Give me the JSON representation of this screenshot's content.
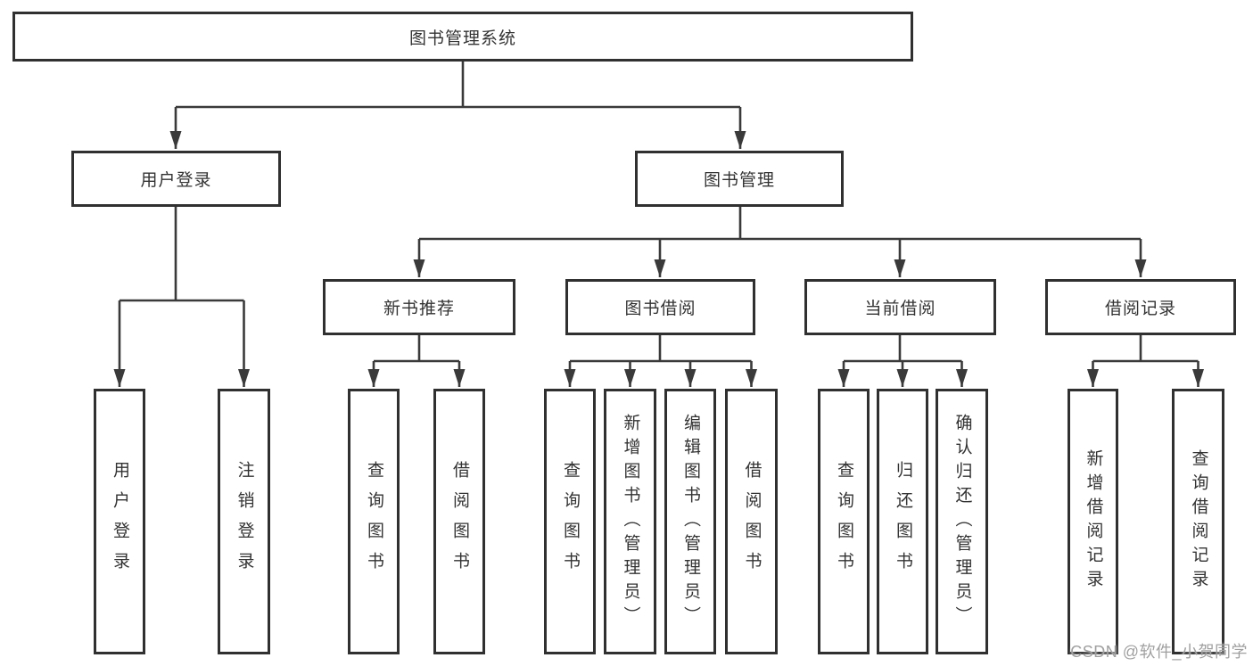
{
  "colors": {
    "line": "#3a3a3a",
    "box_border": "#303030",
    "text": "#333333",
    "background": "#ffffff",
    "watermark": "#a0a0a0"
  },
  "watermark": "CSDN @软件_小贺同学",
  "tree": {
    "label": "图书管理系统",
    "children": [
      {
        "label": "用户登录",
        "children": [
          {
            "label": "用户登录"
          },
          {
            "label": "注销登录"
          }
        ]
      },
      {
        "label": "图书管理",
        "children": [
          {
            "label": "新书推荐",
            "children": [
              {
                "label": "查询图书"
              },
              {
                "label": "借阅图书"
              }
            ]
          },
          {
            "label": "图书借阅",
            "children": [
              {
                "label": "查询图书"
              },
              {
                "label": "新增图书（管理员）"
              },
              {
                "label": "编辑图书（管理员）"
              },
              {
                "label": "借阅图书"
              }
            ]
          },
          {
            "label": "当前借阅",
            "children": [
              {
                "label": "查询图书"
              },
              {
                "label": "归还图书"
              },
              {
                "label": "确认归还（管理员）"
              }
            ]
          },
          {
            "label": "借阅记录",
            "children": [
              {
                "label": "新增借阅记录"
              },
              {
                "label": "查询借阅记录"
              }
            ]
          }
        ]
      }
    ]
  }
}
